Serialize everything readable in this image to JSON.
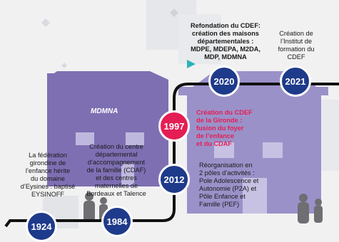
{
  "milestones": [
    {
      "year": "1924",
      "text": [
        "La fédération",
        "girondine de",
        "l’enfance hérite",
        "du domaine",
        "d’Eysines : baptisé",
        "EYSINOFF"
      ]
    },
    {
      "year": "1984",
      "text": [
        "Création du centre",
        "départemental",
        "d’accompagnement",
        "de la famille (CDAF)",
        "et des centres",
        "maternelles de",
        "Bordeaux et Talence"
      ]
    },
    {
      "year": "1997",
      "text": [
        "Création du CDEF",
        "de la Gironde :",
        "fusion du foyer",
        "de l’enfance",
        "et du CDAF"
      ]
    },
    {
      "year": "2012",
      "text": [
        "Réorganisation en",
        "2 pôles d’activités :",
        "Pole Adolescence et",
        "Autonomie (P2A) et",
        "Pôle Enfance et",
        "Famille (PEF)"
      ]
    },
    {
      "year": "2020",
      "text": [
        "Refondation du CDEF:",
        "création des maisons",
        "départementales :",
        "MDPE, MDEPA, M2DA,",
        "MDP, MDMNA"
      ]
    },
    {
      "year": "2021",
      "text": [
        "Création de",
        "l’Institut de",
        "formation du",
        "CDEF"
      ]
    }
  ],
  "house_label": "MDMNA",
  "colors": {
    "navy": "#1e3a8a",
    "red": "#e41e54",
    "house_left": "#7e6fb3",
    "house_right": "#9b91c9",
    "line": "#111111"
  }
}
